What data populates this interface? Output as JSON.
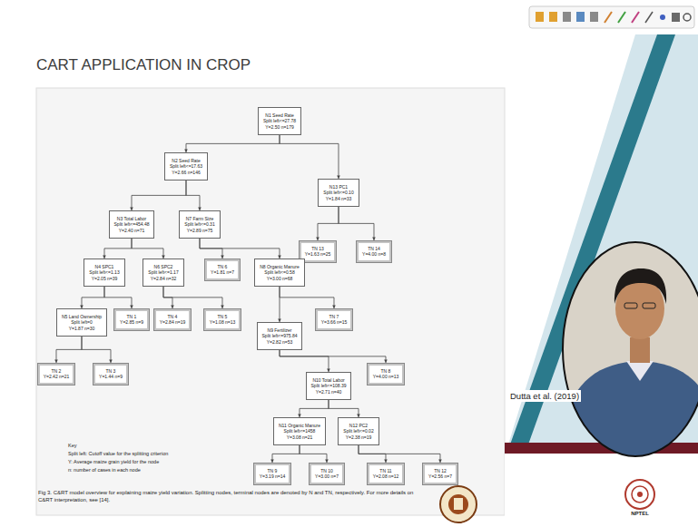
{
  "diagram": {
    "title": "CART APPLICATION IN CROP",
    "caption": "Fig 3. C&RT model overview for explaining maize yield variation. Splitting nodes, terminal nodes are denoted by N and TN, respectively. For more details on C&RT interpretation, see [14].",
    "nodes": [
      {
        "text": [
          "N1 Seed Rate",
          "Split left<=27.78",
          "Y=2.50 n=179"
        ]
      },
      {
        "text": [
          "N2 Seed Rate",
          "Split left<=17.63",
          "Y=2.66 n=146"
        ]
      },
      {
        "text": [
          "N13 PC1",
          "Split left<=0.10",
          "Y=1.84 n=33"
        ]
      },
      {
        "text": [
          "N3 Total Labor",
          "Split left<=454.48",
          "Y=2.40 n=71"
        ]
      },
      {
        "text": [
          "N7 Farm Size",
          "Split left<=0.31",
          "Y=2.89 n=75"
        ]
      },
      {
        "text": [
          "TN 13",
          "Y=1.63 n=25"
        ]
      },
      {
        "text": [
          "TN 14",
          "Y=4.00 n=8"
        ]
      },
      {
        "text": [
          "N4 SPC1",
          "Split left<=1.13",
          "Y=2.05 n=39"
        ]
      },
      {
        "text": [
          "N6 SPC2",
          "Split left<=1.17",
          "Y=2.84 n=32"
        ]
      },
      {
        "text": [
          "TN 6",
          "Y=1.81 n=7"
        ]
      },
      {
        "text": [
          "N8 Organic Manure",
          "Split left<=0.58",
          "Y=3.00 n=68"
        ]
      },
      {
        "text": [
          "N5 Land Ownership",
          "Split left=0",
          "Y=1.87 n=30"
        ]
      },
      {
        "text": [
          "TN 1",
          "Y=2.85 n=9"
        ]
      },
      {
        "text": [
          "TN 4",
          "Y=2.84 n=19"
        ]
      },
      {
        "text": [
          "TN 5",
          "Y=1.08 n=13"
        ]
      },
      {
        "text": [
          "TN 7",
          "Y=3.66 n=15"
        ]
      },
      {
        "text": [
          "N9 Fertilizer",
          "Split left<=975.84",
          "Y=2.82 n=53"
        ]
      },
      {
        "text": [
          "TN 2",
          "Y=2.42 n=21"
        ]
      },
      {
        "text": [
          "TN 3",
          "Y=1.44 n=9"
        ]
      },
      {
        "text": [
          "TN 8",
          "Y=4.00 n=13"
        ]
      },
      {
        "text": [
          "N10 Total Labor",
          "Split left<=108.39",
          "Y=2.71 n=40"
        ]
      },
      {
        "text": [
          "N11 Organic Manure",
          "Split left<=1458",
          "Y=3.08 n=21"
        ]
      },
      {
        "text": [
          "N12 PC2",
          "Split left<=0.02",
          "Y=2.38 n=19"
        ]
      },
      {
        "text": [
          "TN 9",
          "Y=3.19 n=14"
        ]
      },
      {
        "text": [
          "TN 10",
          "Y=3.00 n=7"
        ]
      },
      {
        "text": [
          "TN 11",
          "Y=2.08 n=12"
        ]
      },
      {
        "text": [
          "TN 12",
          "Y=2.56 n=7"
        ]
      }
    ],
    "edges": [
      {
        "from": 0,
        "to": 1,
        "arrow": "to"
      },
      {
        "from": 0,
        "to": 2,
        "arrow": "to"
      },
      {
        "from": 1,
        "to": 3,
        "arrow": "to"
      },
      {
        "from": 1,
        "to": 4,
        "arrow": "to"
      },
      {
        "from": 2,
        "to": 5,
        "arrow": "to"
      },
      {
        "from": 2,
        "to": 6,
        "arrow": "to"
      },
      {
        "from": 3,
        "to": 7,
        "arrow": "to"
      },
      {
        "from": 3,
        "to": 8,
        "arrow": "to"
      },
      {
        "from": 4,
        "to": 9,
        "arrow": "to"
      },
      {
        "from": 4,
        "to": 10,
        "arrow": "to"
      },
      {
        "from": 7,
        "to": 11,
        "arrow": "to"
      },
      {
        "from": 7,
        "to": 12,
        "arrow": "to"
      },
      {
        "from": 8,
        "to": 13,
        "arrow": "to"
      },
      {
        "from": 8,
        "to": 14,
        "arrow": "to"
      },
      {
        "from": 10,
        "to": 16,
        "arrow": "to"
      },
      {
        "from": 10,
        "to": 15,
        "arrow": "to"
      },
      {
        "from": 11,
        "to": 17,
        "arrow": "to"
      },
      {
        "from": 11,
        "to": 18,
        "arrow": "to"
      },
      {
        "from": 16,
        "to": 20,
        "arrow": "to"
      },
      {
        "from": 16,
        "to": 19,
        "arrow": "to"
      },
      {
        "from": 20,
        "to": 21,
        "arrow": "to"
      },
      {
        "from": 20,
        "to": 22,
        "arrow": "to"
      },
      {
        "from": 21,
        "to": 23,
        "arrow": "to"
      },
      {
        "from": 21,
        "to": 24,
        "arrow": "to"
      },
      {
        "from": 22,
        "to": 25,
        "arrow": "to"
      },
      {
        "from": 22,
        "to": 26,
        "arrow": "to"
      }
    ],
    "labels": [
      "Key",
      "Split left: Cutoff value for the splitting criterion",
      "Y: Average maize grain yield for the node",
      "n: number of cases in each node",
      "Dutta et al. (2019)",
      "NPTEL"
    ]
  }
}
